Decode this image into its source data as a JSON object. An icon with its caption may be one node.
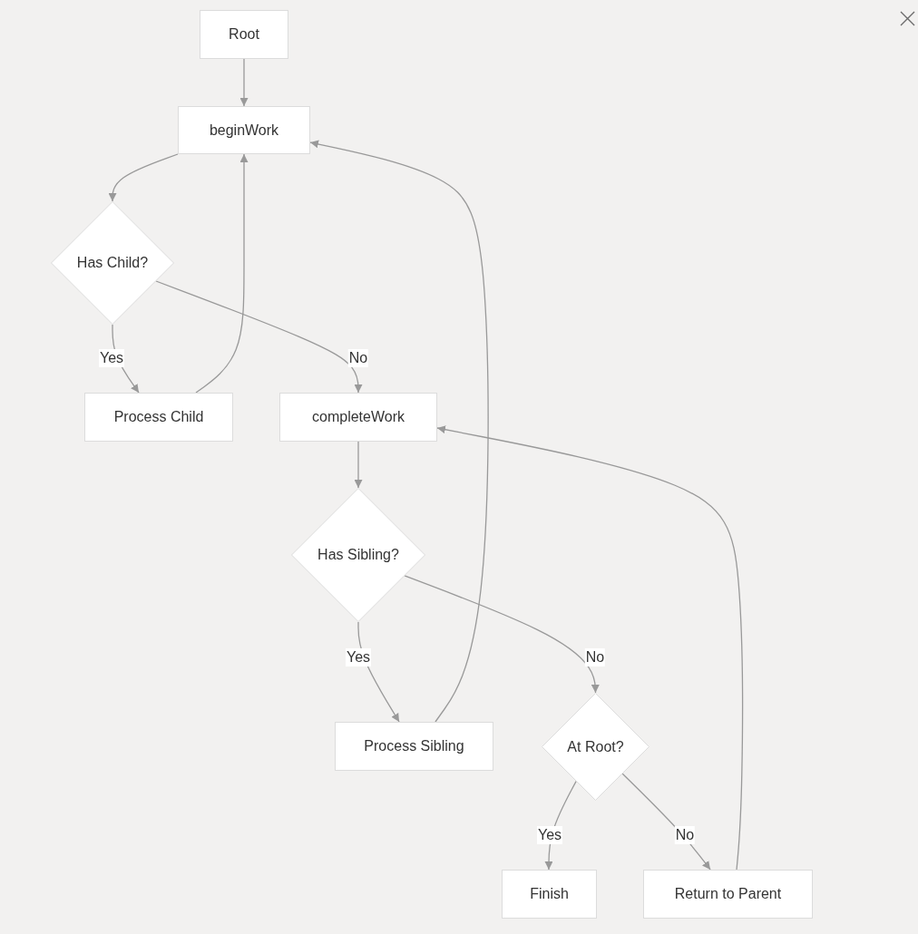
{
  "diagram": {
    "nodes": [
      {
        "text": [
          "Root"
        ]
      },
      {
        "text": [
          "beginWork"
        ]
      },
      {
        "text": [
          "Has Child?"
        ]
      },
      {
        "text": [
          "Process Child"
        ]
      },
      {
        "text": [
          "completeWork"
        ]
      },
      {
        "text": [
          "Has Sibling?"
        ]
      },
      {
        "text": [
          "Process Sibling"
        ]
      },
      {
        "text": [
          "At Root?"
        ]
      },
      {
        "text": [
          "Finish"
        ]
      },
      {
        "text": [
          "Return to Parent"
        ]
      }
    ],
    "edges": [
      {
        "from": 0,
        "to": 1,
        "arrow": "to"
      },
      {
        "from": 1,
        "to": 2,
        "arrow": "to"
      },
      {
        "from": 2,
        "to": 3,
        "label": "Yes",
        "arrow": "to"
      },
      {
        "from": 2,
        "to": 4,
        "label": "No",
        "arrow": "to"
      },
      {
        "from": 3,
        "to": 1,
        "arrow": "to"
      },
      {
        "from": 4,
        "to": 5,
        "arrow": "to"
      },
      {
        "from": 5,
        "to": 6,
        "label": "Yes",
        "arrow": "to"
      },
      {
        "from": 5,
        "to": 7,
        "label": "No",
        "arrow": "to"
      },
      {
        "from": 6,
        "to": 1,
        "arrow": "to"
      },
      {
        "from": 7,
        "to": 8,
        "label": "Yes",
        "arrow": "to"
      },
      {
        "from": 7,
        "to": 9,
        "label": "No",
        "arrow": "to"
      },
      {
        "from": 9,
        "to": 4,
        "arrow": "to"
      }
    ]
  }
}
